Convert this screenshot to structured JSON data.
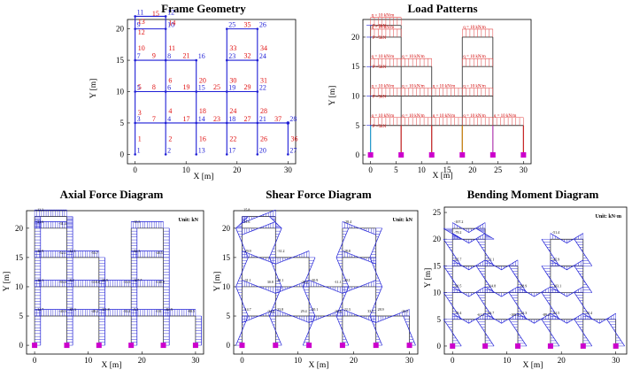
{
  "colors": {
    "member": "#1f1fd6",
    "node_label": "#1f1fd6",
    "element_label": "#e01010",
    "support": "#cc00cc",
    "load_arrow": "#e04040",
    "diagram": "#1f1fd6"
  },
  "chart_data": [
    {
      "type": "diagram",
      "title": "Frame Geometry",
      "xlabel": "X [m]",
      "ylabel": "Y [m]",
      "xticks": [
        "0",
        "10",
        "20",
        "30"
      ],
      "yticks": [
        "0",
        "5",
        "10",
        "15",
        "20"
      ],
      "xlim": [
        -1.5,
        31.5
      ],
      "ylim": [
        -1.5,
        21.5
      ],
      "nodes": [
        {
          "label": "1",
          "x": 0,
          "y": 0
        },
        {
          "label": "2",
          "x": 6,
          "y": 0
        },
        {
          "label": "3",
          "x": 0,
          "y": 5
        },
        {
          "label": "4",
          "x": 6,
          "y": 5
        },
        {
          "label": "5",
          "x": 0,
          "y": 10
        },
        {
          "label": "6",
          "x": 6,
          "y": 10
        },
        {
          "label": "7",
          "x": 0,
          "y": 15
        },
        {
          "label": "8",
          "x": 6,
          "y": 15
        },
        {
          "label": "9",
          "x": 0,
          "y": 20
        },
        {
          "label": "10",
          "x": 6,
          "y": 20
        },
        {
          "label": "11",
          "x": 0,
          "y": 22
        },
        {
          "label": "12",
          "x": 6,
          "y": 22
        },
        {
          "label": "13",
          "x": 12,
          "y": 0
        },
        {
          "label": "14",
          "x": 12,
          "y": 5
        },
        {
          "label": "15",
          "x": 12,
          "y": 10
        },
        {
          "label": "16",
          "x": 12,
          "y": 15
        },
        {
          "label": "17",
          "x": 18,
          "y": 0
        },
        {
          "label": "18",
          "x": 18,
          "y": 5
        },
        {
          "label": "19",
          "x": 18,
          "y": 10
        },
        {
          "label": "20",
          "x": 24,
          "y": 0
        },
        {
          "label": "21",
          "x": 24,
          "y": 5
        },
        {
          "label": "22",
          "x": 24,
          "y": 10
        },
        {
          "label": "23",
          "x": 18,
          "y": 15
        },
        {
          "label": "24",
          "x": 24,
          "y": 15
        },
        {
          "label": "25",
          "x": 18,
          "y": 20
        },
        {
          "label": "26",
          "x": 24,
          "y": 20
        },
        {
          "label": "27",
          "x": 30,
          "y": 0
        },
        {
          "label": "28",
          "x": 30,
          "y": 5
        }
      ],
      "elements": [
        {
          "label": "1",
          "x": 0.2,
          "y": 2.5
        },
        {
          "label": "2",
          "x": 6.2,
          "y": 2.5
        },
        {
          "label": "3",
          "x": 0.2,
          "y": 6.7
        },
        {
          "label": "4",
          "x": 6.2,
          "y": 7
        },
        {
          "label": "5",
          "x": 0.2,
          "y": 10.8
        },
        {
          "label": "6",
          "x": 6.2,
          "y": 11.8
        },
        {
          "label": "7",
          "x": 3,
          "y": 5.7
        },
        {
          "label": "8",
          "x": 3,
          "y": 10.8
        },
        {
          "label": "9",
          "x": 3,
          "y": 15.8
        },
        {
          "label": "10",
          "x": 0.2,
          "y": 17
        },
        {
          "label": "11",
          "x": 6.2,
          "y": 17
        },
        {
          "label": "12",
          "x": 0.2,
          "y": 19.5
        },
        {
          "label": "13",
          "x": 0.2,
          "y": 21.2
        },
        {
          "label": "14",
          "x": 6.2,
          "y": 21
        },
        {
          "label": "15",
          "x": 3,
          "y": 22.5
        },
        {
          "label": "16",
          "x": 12.2,
          "y": 2.5
        },
        {
          "label": "17",
          "x": 9,
          "y": 5.7
        },
        {
          "label": "18",
          "x": 12.2,
          "y": 7
        },
        {
          "label": "19",
          "x": 9,
          "y": 10.8
        },
        {
          "label": "20",
          "x": 12.2,
          "y": 11.8
        },
        {
          "label": "21",
          "x": 9,
          "y": 15.8
        },
        {
          "label": "22",
          "x": 18.2,
          "y": 2.5
        },
        {
          "label": "23",
          "x": 15,
          "y": 5.7
        },
        {
          "label": "24",
          "x": 18.2,
          "y": 7
        },
        {
          "label": "25",
          "x": 15,
          "y": 10.8
        },
        {
          "label": "26",
          "x": 24.2,
          "y": 2.5
        },
        {
          "label": "27",
          "x": 21,
          "y": 5.7
        },
        {
          "label": "28",
          "x": 24.2,
          "y": 7
        },
        {
          "label": "29",
          "x": 21,
          "y": 10.8
        },
        {
          "label": "30",
          "x": 18.2,
          "y": 11.8
        },
        {
          "label": "31",
          "x": 24.2,
          "y": 11.8
        },
        {
          "label": "32",
          "x": 21,
          "y": 15.8
        },
        {
          "label": "33",
          "x": 18.2,
          "y": 17
        },
        {
          "label": "34",
          "x": 24.2,
          "y": 17
        },
        {
          "label": "35",
          "x": 21,
          "y": 20.7
        },
        {
          "label": "36",
          "x": 30.2,
          "y": 2.5
        },
        {
          "label": "37",
          "x": 27,
          "y": 5.7
        }
      ],
      "members": [
        [
          0,
          0,
          0,
          5
        ],
        [
          0,
          5,
          0,
          10
        ],
        [
          0,
          10,
          0,
          15
        ],
        [
          0,
          15,
          0,
          20
        ],
        [
          0,
          20,
          0,
          22
        ],
        [
          6,
          0,
          6,
          5
        ],
        [
          6,
          5,
          6,
          10
        ],
        [
          6,
          10,
          6,
          15
        ],
        [
          6,
          15,
          6,
          20
        ],
        [
          6,
          20,
          6,
          22
        ],
        [
          12,
          0,
          12,
          5
        ],
        [
          12,
          5,
          12,
          10
        ],
        [
          12,
          10,
          12,
          15
        ],
        [
          18,
          0,
          18,
          5
        ],
        [
          18,
          5,
          18,
          10
        ],
        [
          18,
          10,
          18,
          15
        ],
        [
          18,
          15,
          18,
          20
        ],
        [
          24,
          0,
          24,
          5
        ],
        [
          24,
          5,
          24,
          10
        ],
        [
          24,
          10,
          24,
          15
        ],
        [
          24,
          15,
          24,
          20
        ],
        [
          30,
          0,
          30,
          5
        ],
        [
          0,
          5,
          6,
          5
        ],
        [
          6,
          5,
          12,
          5
        ],
        [
          12,
          5,
          18,
          5
        ],
        [
          18,
          5,
          24,
          5
        ],
        [
          24,
          5,
          30,
          5
        ],
        [
          0,
          10,
          6,
          10
        ],
        [
          6,
          10,
          12,
          10
        ],
        [
          12,
          10,
          18,
          10
        ],
        [
          18,
          10,
          24,
          10
        ],
        [
          0,
          15,
          6,
          15
        ],
        [
          6,
          15,
          12,
          15
        ],
        [
          18,
          15,
          24,
          15
        ],
        [
          0,
          20,
          6,
          20
        ],
        [
          18,
          20,
          24,
          20
        ],
        [
          0,
          22,
          6,
          22
        ]
      ],
      "supports_x": [
        0,
        6,
        12,
        18,
        24,
        30
      ]
    },
    {
      "type": "diagram",
      "title": "Load Patterns",
      "xlabel": "X [m]",
      "ylabel": "Y [m]",
      "xticks": [
        "0",
        "5",
        "10",
        "15",
        "20",
        "25",
        "30"
      ],
      "yticks": [
        "0",
        "5",
        "10",
        "15",
        "20"
      ],
      "xlim": [
        -1.5,
        31.5
      ],
      "ylim": [
        -1.5,
        23
      ],
      "load_label": "q = 10 kN/m",
      "point_load_label": "P =5kN",
      "loaded_spans": [
        {
          "x1": 0,
          "x2": 6,
          "y": 5
        },
        {
          "x1": 6,
          "x2": 12,
          "y": 5
        },
        {
          "x1": 12,
          "x2": 18,
          "y": 5
        },
        {
          "x1": 18,
          "x2": 24,
          "y": 5
        },
        {
          "x1": 24,
          "x2": 30,
          "y": 5
        },
        {
          "x1": 0,
          "x2": 6,
          "y": 10
        },
        {
          "x1": 6,
          "x2": 12,
          "y": 10
        },
        {
          "x1": 12,
          "x2": 18,
          "y": 10
        },
        {
          "x1": 18,
          "x2": 24,
          "y": 10
        },
        {
          "x1": 0,
          "x2": 6,
          "y": 15
        },
        {
          "x1": 6,
          "x2": 12,
          "y": 15
        },
        {
          "x1": 18,
          "x2": 24,
          "y": 15
        },
        {
          "x1": 0,
          "x2": 6,
          "y": 20
        },
        {
          "x1": 18,
          "x2": 24,
          "y": 20
        },
        {
          "x1": 0,
          "x2": 6,
          "y": 22
        }
      ],
      "point_load_y": [
        5,
        10,
        15,
        20,
        22
      ],
      "supports_x": [
        0,
        6,
        12,
        18,
        24,
        30
      ]
    },
    {
      "type": "diagram",
      "title": "Axial Force Diagram",
      "units": "Unit: kN",
      "xlabel": "X [m]",
      "ylabel": "Y [m]",
      "xticks": [
        "0",
        "10",
        "20",
        "30"
      ],
      "yticks": [
        "0",
        "5",
        "10",
        "15",
        "20"
      ],
      "xlim": [
        -1.5,
        31.5
      ],
      "ylim": [
        -1.5,
        23
      ],
      "value_labels": [
        "-14.7",
        "-85.3",
        "-111.8",
        "-5.1",
        "-84.9",
        "-16.1",
        "-8.2",
        "-20.5",
        "-107.7",
        "-48.9",
        "-12.1",
        "-44.3",
        "-21.6",
        "-15.5",
        "-12.3",
        "-40.5",
        "-48.2",
        "-33.4",
        "-101",
        "-88.5",
        "-93.0",
        "-118.8",
        "-13.9",
        "-140.9",
        "-52.1",
        "-53.7",
        "-48.5",
        "-31.4"
      ],
      "supports_x": [
        0,
        6,
        12,
        18,
        24,
        30
      ]
    },
    {
      "type": "diagram",
      "title": "Shear Force Diagram",
      "units": "Unit: kN",
      "xlabel": "X [m]",
      "ylabel": "Y [m]",
      "xticks": [
        "0",
        "10",
        "20",
        "30"
      ],
      "yticks": [
        "0",
        "5",
        "10",
        "15",
        "20"
      ],
      "xlim": [
        -1.5,
        31.5
      ],
      "ylim": [
        -1.5,
        23
      ],
      "value_labels": [
        "-14.7",
        "33.8",
        "-20.1",
        "22.3",
        "28.9",
        "-31.1",
        "29.1",
        "-30.9",
        "30.1",
        "-29.9",
        "-31.2",
        "28.8",
        "31.6",
        "-28.4",
        "25.8",
        "-34.2",
        "29.4",
        "-30.6",
        "33.5",
        "-26.5",
        "30.8",
        "-29.2",
        "-11.1"
      ],
      "supports_x": [
        0,
        6,
        12,
        18,
        24,
        30
      ]
    },
    {
      "type": "diagram",
      "title": "Bending Moment Diagram",
      "units": "Unit: kN·m",
      "xlabel": "X [m]",
      "ylabel": "Y [m]",
      "xticks": [
        "0",
        "10",
        "20",
        "30"
      ],
      "yticks": [
        "0",
        "5",
        "10",
        "15",
        "20",
        "25"
      ],
      "xlim": [
        -1.5,
        32
      ],
      "ylim": [
        -1.5,
        26
      ],
      "value_labels": [
        "-79.4",
        "-63.7",
        "-33.3",
        "-81.5",
        "-70.4",
        "-90.5",
        "-114.8",
        "-88.9",
        "-103.1",
        "-95.7",
        "-71.1",
        "-45.9",
        "-79.2",
        "-51.4",
        "-107.2",
        "-61.5",
        "-109.4",
        "-89.2"
      ],
      "supports_x": [
        0,
        6,
        12,
        18,
        24,
        30
      ]
    }
  ]
}
